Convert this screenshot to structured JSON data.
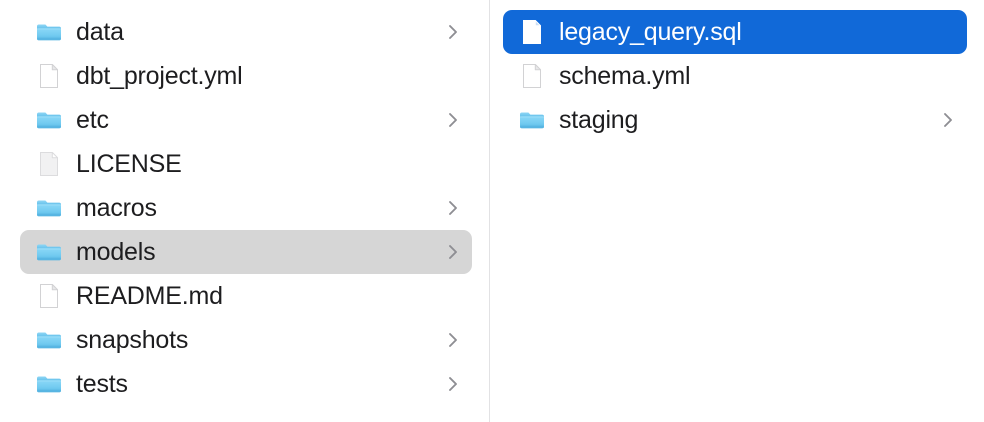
{
  "window": {
    "view_mode": "column",
    "accent_color": "#1169d8",
    "selection_gray": "#d6d6d6",
    "folder_color": "#71cbf0",
    "divider_color": "#e2e2e4",
    "text_color": "#1d1d1f"
  },
  "columns": [
    {
      "name": "parent-column",
      "items": [
        {
          "label": "data",
          "icon": "folder-icon",
          "kind": "folder",
          "has_chevron": true,
          "selected": false
        },
        {
          "label": "dbt_project.yml",
          "icon": "document-icon",
          "kind": "file",
          "has_chevron": false,
          "selected": false
        },
        {
          "label": "etc",
          "icon": "folder-icon",
          "kind": "folder",
          "has_chevron": true,
          "selected": false
        },
        {
          "label": "LICENSE",
          "icon": "document-plain-icon",
          "kind": "file",
          "has_chevron": false,
          "selected": false
        },
        {
          "label": "macros",
          "icon": "folder-icon",
          "kind": "folder",
          "has_chevron": true,
          "selected": false
        },
        {
          "label": "models",
          "icon": "folder-icon",
          "kind": "folder",
          "has_chevron": true,
          "selected": true
        },
        {
          "label": "README.md",
          "icon": "document-icon",
          "kind": "file",
          "has_chevron": false,
          "selected": false
        },
        {
          "label": "snapshots",
          "icon": "folder-icon",
          "kind": "folder",
          "has_chevron": true,
          "selected": false
        },
        {
          "label": "tests",
          "icon": "folder-icon",
          "kind": "folder",
          "has_chevron": true,
          "selected": false
        }
      ]
    },
    {
      "name": "child-column",
      "items": [
        {
          "label": "legacy_query.sql",
          "icon": "document-icon",
          "kind": "file",
          "has_chevron": false,
          "selected": true
        },
        {
          "label": "schema.yml",
          "icon": "document-icon",
          "kind": "file",
          "has_chevron": false,
          "selected": false
        },
        {
          "label": "staging",
          "icon": "folder-icon",
          "kind": "folder",
          "has_chevron": true,
          "selected": false
        }
      ]
    }
  ]
}
